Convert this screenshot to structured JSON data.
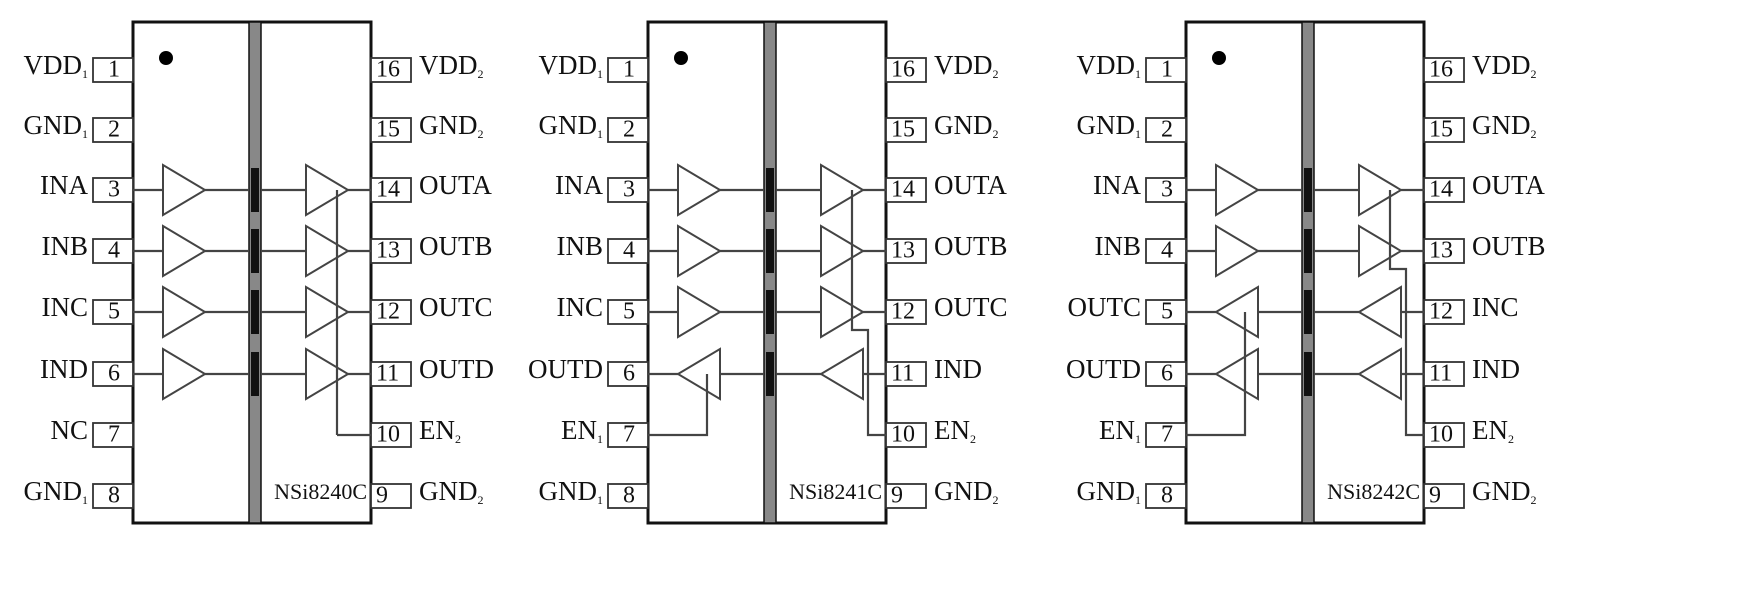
{
  "chips": [
    {
      "part": "NSi8240C",
      "left_pins": [
        {
          "num": "1",
          "label": "VDD",
          "sub": "1"
        },
        {
          "num": "2",
          "label": "GND",
          "sub": "1"
        },
        {
          "num": "3",
          "label": "INA",
          "sub": ""
        },
        {
          "num": "4",
          "label": "INB",
          "sub": ""
        },
        {
          "num": "5",
          "label": "INC",
          "sub": ""
        },
        {
          "num": "6",
          "label": "IND",
          "sub": ""
        },
        {
          "num": "7",
          "label": "NC",
          "sub": ""
        },
        {
          "num": "8",
          "label": "GND",
          "sub": "1"
        }
      ],
      "right_pins": [
        {
          "num": "16",
          "label": "VDD",
          "sub": "2"
        },
        {
          "num": "15",
          "label": "GND",
          "sub": "2"
        },
        {
          "num": "14",
          "label": "OUTA",
          "sub": ""
        },
        {
          "num": "13",
          "label": "OUTB",
          "sub": ""
        },
        {
          "num": "12",
          "label": "OUTC",
          "sub": ""
        },
        {
          "num": "11",
          "label": "OUTD",
          "sub": ""
        },
        {
          "num": "10",
          "label": "EN",
          "sub": "2"
        },
        {
          "num": "9",
          "label": "GND",
          "sub": "2"
        }
      ],
      "channels": [
        "forward",
        "forward",
        "forward",
        "forward"
      ],
      "en1": false,
      "en2": true
    },
    {
      "part": "NSi8241C",
      "left_pins": [
        {
          "num": "1",
          "label": "VDD",
          "sub": "1"
        },
        {
          "num": "2",
          "label": "GND",
          "sub": "1"
        },
        {
          "num": "3",
          "label": "INA",
          "sub": ""
        },
        {
          "num": "4",
          "label": "INB",
          "sub": ""
        },
        {
          "num": "5",
          "label": "INC",
          "sub": ""
        },
        {
          "num": "6",
          "label": "OUTD",
          "sub": ""
        },
        {
          "num": "7",
          "label": "EN",
          "sub": "1"
        },
        {
          "num": "8",
          "label": "GND",
          "sub": "1"
        }
      ],
      "right_pins": [
        {
          "num": "16",
          "label": "VDD",
          "sub": "2"
        },
        {
          "num": "15",
          "label": "GND",
          "sub": "2"
        },
        {
          "num": "14",
          "label": "OUTA",
          "sub": ""
        },
        {
          "num": "13",
          "label": "OUTB",
          "sub": ""
        },
        {
          "num": "12",
          "label": "OUTC",
          "sub": ""
        },
        {
          "num": "11",
          "label": "IND",
          "sub": ""
        },
        {
          "num": "10",
          "label": "EN",
          "sub": "2"
        },
        {
          "num": "9",
          "label": "GND",
          "sub": "2"
        }
      ],
      "channels": [
        "forward",
        "forward",
        "forward",
        "reverse"
      ],
      "en1": true,
      "en2": true
    },
    {
      "part": "NSi8242C",
      "left_pins": [
        {
          "num": "1",
          "label": "VDD",
          "sub": "1"
        },
        {
          "num": "2",
          "label": "GND",
          "sub": "1"
        },
        {
          "num": "3",
          "label": "INA",
          "sub": ""
        },
        {
          "num": "4",
          "label": "INB",
          "sub": ""
        },
        {
          "num": "5",
          "label": "OUTC",
          "sub": ""
        },
        {
          "num": "6",
          "label": "OUTD",
          "sub": ""
        },
        {
          "num": "7",
          "label": "EN",
          "sub": "1"
        },
        {
          "num": "8",
          "label": "GND",
          "sub": "1"
        }
      ],
      "right_pins": [
        {
          "num": "16",
          "label": "VDD",
          "sub": "2"
        },
        {
          "num": "15",
          "label": "GND",
          "sub": "2"
        },
        {
          "num": "14",
          "label": "OUTA",
          "sub": ""
        },
        {
          "num": "13",
          "label": "OUTB",
          "sub": ""
        },
        {
          "num": "12",
          "label": "INC",
          "sub": ""
        },
        {
          "num": "11",
          "label": "IND",
          "sub": ""
        },
        {
          "num": "10",
          "label": "EN",
          "sub": "2"
        },
        {
          "num": "9",
          "label": "GND",
          "sub": "2"
        }
      ],
      "channels": [
        "forward",
        "forward",
        "reverse",
        "reverse"
      ],
      "en1": true,
      "en2": true
    }
  ]
}
